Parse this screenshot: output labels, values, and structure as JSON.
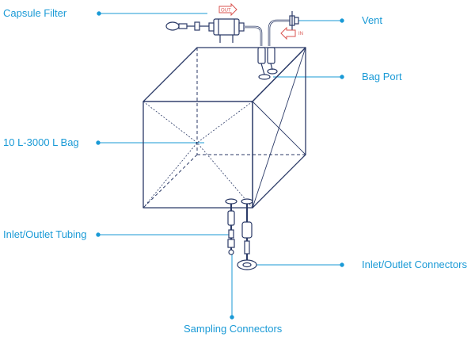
{
  "labels": {
    "capsule_filter": "Capsule Filter",
    "vent": "Vent",
    "bag_port": "Bag Port",
    "bag": "10 L-3000 L Bag",
    "tubing": "Inlet/Outlet Tubing",
    "connectors": "Inlet/Outlet Connectors",
    "sampling": "Sampling Connectors"
  },
  "flow": {
    "out": "OUT",
    "in": "IN"
  },
  "colors": {
    "label": "#1a9ad6",
    "line": "#2b3a67",
    "arrow": "#d9534f"
  }
}
